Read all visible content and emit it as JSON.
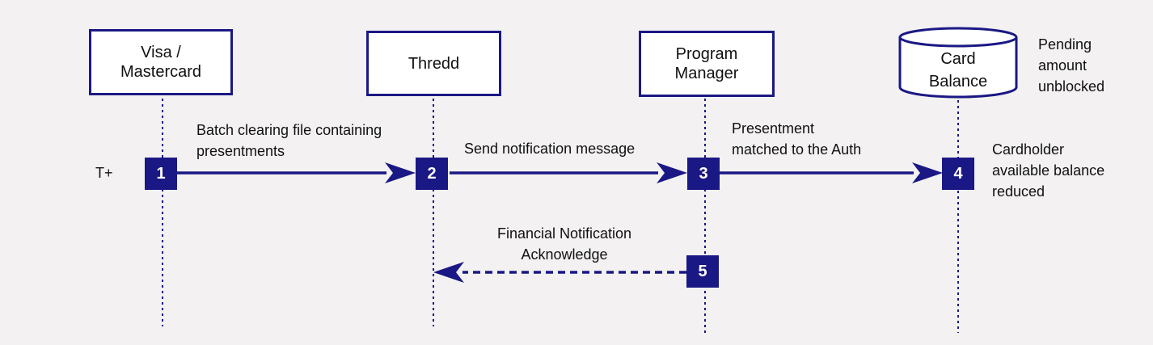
{
  "actors": {
    "visa": "Visa /\nMastercard",
    "thredd": "Thredd",
    "program_manager": "Program\nManager",
    "card_balance": "Card\nBalance"
  },
  "steps": [
    "1",
    "2",
    "3",
    "4",
    "5"
  ],
  "row_label": "T+",
  "messages": {
    "m1": "Batch clearing file containing\npresentments",
    "m2": "Send notification message",
    "m3": "Presentment\nmatched to the Auth",
    "m5": "Financial Notification\nAcknowledge"
  },
  "notes": {
    "card_balance_top": "Pending\namount\nunblocked",
    "card_balance_side": "Cardholder\navailable balance\nreduced"
  },
  "colors": {
    "background": "#f3f1f1",
    "accent": "#1a1884",
    "box_fill": "#ffffff"
  }
}
